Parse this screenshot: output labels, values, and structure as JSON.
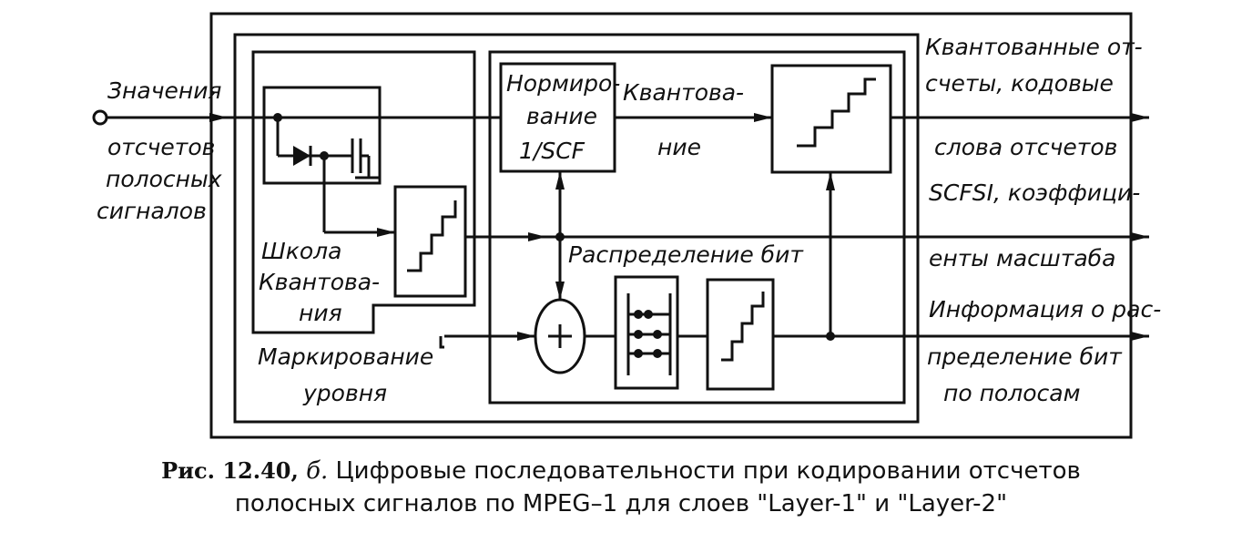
{
  "diagram": {
    "inputs": {
      "samples_lines": [
        "Значения",
        "отсчетов",
        "полосных",
        "сигналов"
      ]
    },
    "blocks": {
      "normalize_lines": [
        "Нормиро-",
        "вание",
        "1/SCF"
      ],
      "scale_lines": [
        "Школа",
        "Квантова-",
        "ния"
      ]
    },
    "labels": {
      "quantize_lines": [
        "Квантова-",
        "ние"
      ],
      "bit_alloc": "Распределение бит",
      "level_mark_lines": [
        "Маркирование",
        "уровня"
      ]
    },
    "outputs": {
      "quantized_lines": [
        "Квантованные от-",
        "счеты, кодовые",
        "слова отсчетов"
      ],
      "scfsi_lines": [
        "SCFSI, коэффици-",
        "енты масштаба"
      ],
      "bitinfo_lines": [
        "Информация о рас-",
        "пределение бит",
        "по полосам"
      ]
    }
  },
  "caption": {
    "figure_label": "Рис. 12.40,",
    "figure_letter": "б.",
    "line1_text": "Цифровые последовательности при кодировании отсчетов",
    "line2_text": "полосных сигналов по MPEG–1 для слоев \"Layer-1\"  и \"Layer-2\""
  }
}
